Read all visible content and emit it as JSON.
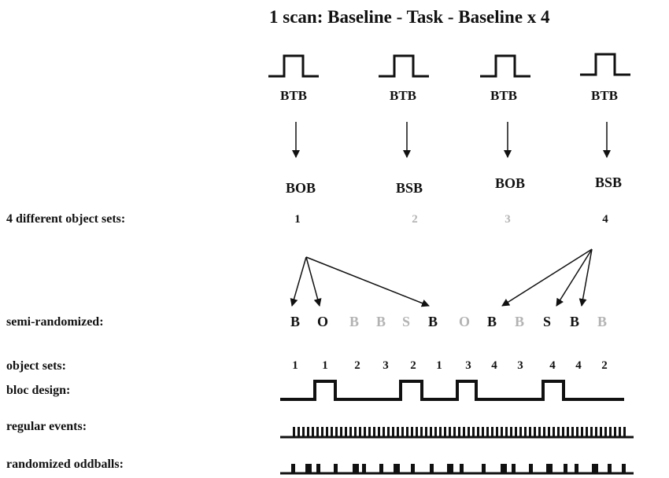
{
  "title": "1 scan: Baseline - Task - Baseline   x 4",
  "colors": {
    "dark": "#111111",
    "faded": "#b3b3b3"
  },
  "blocks": [
    {
      "btb": "BTB",
      "task": "BOB",
      "set": "1",
      "set_color": "#111111"
    },
    {
      "btb": "BTB",
      "task": "BSB",
      "set": "2",
      "set_color": "#b3b3b3"
    },
    {
      "btb": "BTB",
      "task": "BOB",
      "set": "3",
      "set_color": "#b3b3b3"
    },
    {
      "btb": "BTB",
      "task": "BSB",
      "set": "4",
      "set_color": "#111111"
    }
  ],
  "labels": {
    "object_sets": "4 different object sets:",
    "semi_randomized": "semi-randomized:",
    "object_sets_row": "object sets:",
    "bloc_design": "bloc design:",
    "regular_events": "regular events:",
    "randomized_oddballs": "randomized oddballs:"
  },
  "sequence": [
    {
      "letter": "B",
      "color": "#111111"
    },
    {
      "letter": "O",
      "color": "#111111"
    },
    {
      "letter": "B",
      "color": "#b3b3b3"
    },
    {
      "letter": "B",
      "color": "#b3b3b3"
    },
    {
      "letter": "S",
      "color": "#b3b3b3"
    },
    {
      "letter": "B",
      "color": "#111111"
    },
    {
      "letter": "O",
      "color": "#b3b3b3"
    },
    {
      "letter": "B",
      "color": "#111111"
    },
    {
      "letter": "B",
      "color": "#b3b3b3"
    },
    {
      "letter": "S",
      "color": "#111111"
    },
    {
      "letter": "B",
      "color": "#111111"
    },
    {
      "letter": "B",
      "color": "#b3b3b3"
    }
  ],
  "sequence_sets": [
    "1",
    "1",
    "2",
    "3",
    "2",
    "1",
    "3",
    "4",
    "3",
    "4",
    "4",
    "2"
  ]
}
